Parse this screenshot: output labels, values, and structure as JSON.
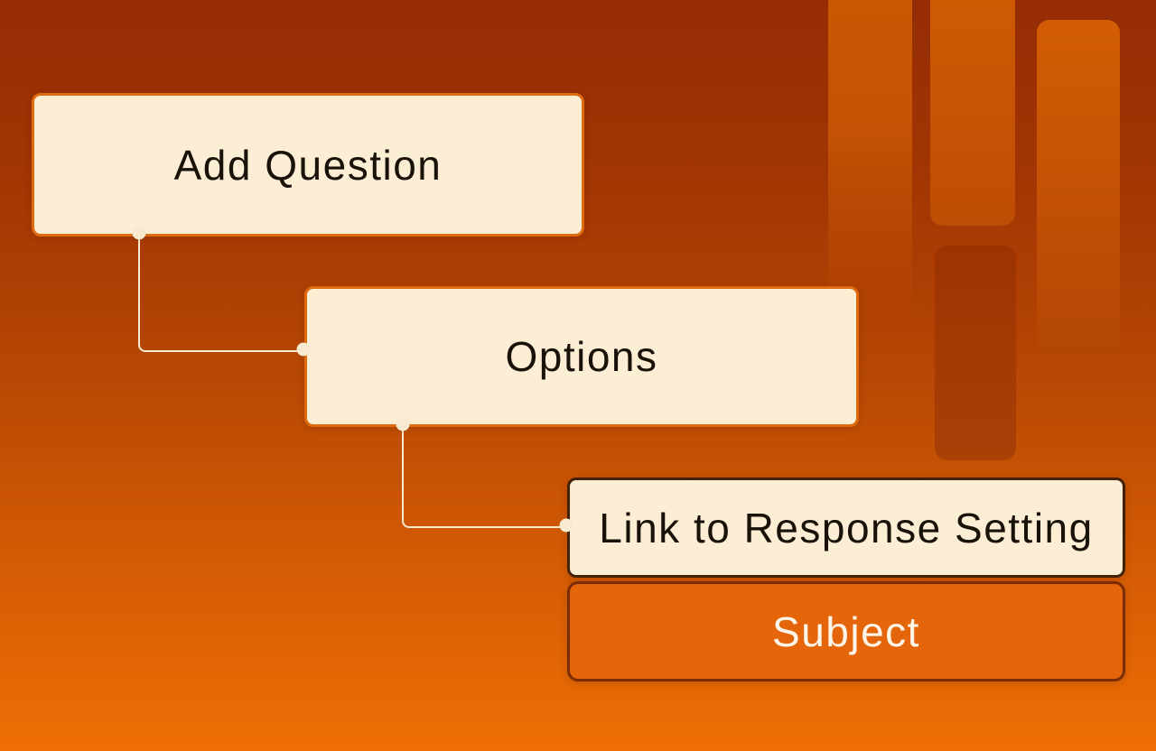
{
  "diagram": {
    "nodes": [
      {
        "id": "add-question",
        "label": "Add Question",
        "style": "cream-orange-border"
      },
      {
        "id": "options",
        "label": "Options",
        "style": "cream-orange-border"
      },
      {
        "id": "link-to-response-setting",
        "label": "Link to Response Setting",
        "style": "cream-dark-border"
      },
      {
        "id": "subject",
        "label": "Subject",
        "style": "orange-filled"
      }
    ],
    "connections": [
      {
        "from": "Add Question",
        "to": "Options"
      },
      {
        "from": "Options",
        "to": "Link to Response Setting"
      }
    ]
  },
  "colors": {
    "bg-top": "#952C04",
    "bg-bottom": "#EF6E05",
    "node-cream-bg": "#FCEDD5",
    "node-cream-border": "#DE6B10",
    "node-dark-border": "#432008",
    "node-orange-bg": "#E4650A",
    "node-orange-border": "#7A2D05",
    "node-text-dark": "#181209",
    "node-text-light": "#FCF5E8",
    "connector": "#F8E9D1"
  }
}
